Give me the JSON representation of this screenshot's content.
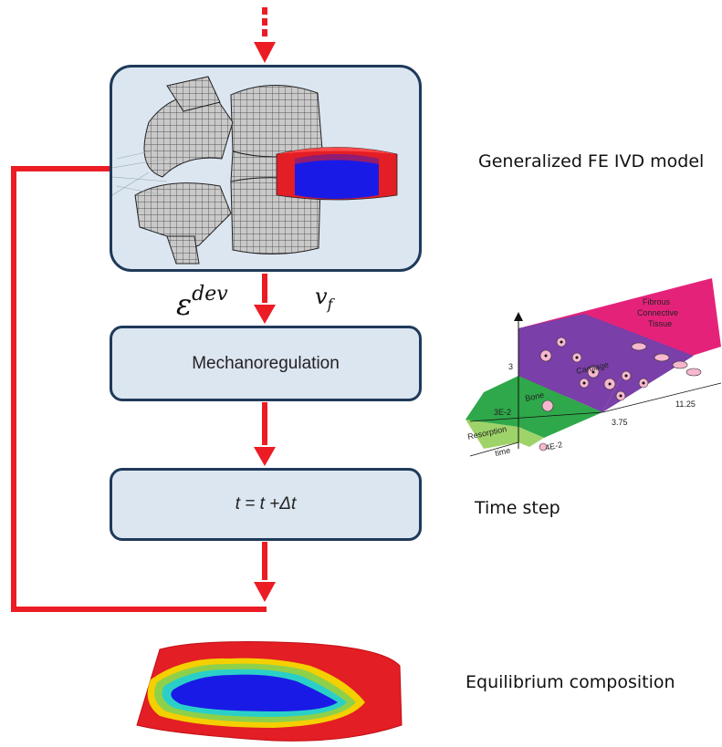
{
  "labels": {
    "model": "Generalized FE IVD model",
    "time_step": "Time step",
    "equilibrium": "Equilibrium composition"
  },
  "boxes": {
    "mechanoregulation": "Mechanoregulation",
    "time_update": "t = t +Δt"
  },
  "symbols": {
    "strain_base": "ε",
    "strain_sup": "dev",
    "volume_base": "v",
    "volume_sub": "f"
  },
  "mechano_plot": {
    "regions": [
      "Fibrous Connective Tissue",
      "Cartilage",
      "Bone",
      "Resorption"
    ],
    "y_ticks": [
      "3",
      "3E-2"
    ],
    "x_ticks": [
      "4E-2",
      "3.75",
      "11.25"
    ],
    "axis_label": "time",
    "colors": {
      "fibrous": "#e5227a",
      "cartilage": "#7a3fa8",
      "bone": "#2ea84a",
      "resorption": "#9ed36a"
    }
  },
  "colors": {
    "flow_arrow": "#ec1c24",
    "box_fill": "#dce6f1",
    "box_border": "#1f3a5a",
    "disc_red": "#e31e24",
    "disc_blue": "#1a1ae6"
  }
}
